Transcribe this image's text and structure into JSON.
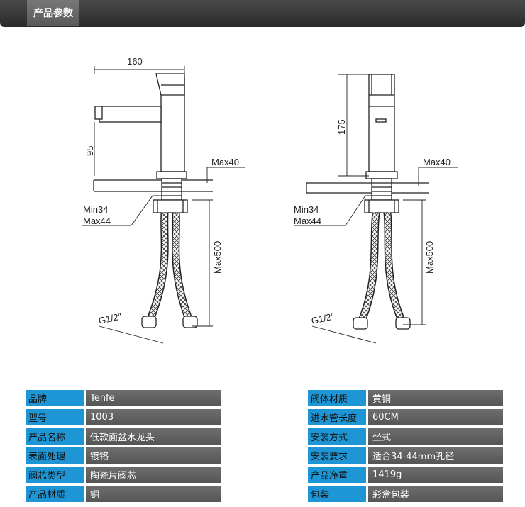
{
  "header": {
    "title": "产品参数"
  },
  "diagram_left": {
    "width": "160",
    "spout_height": "95",
    "max_thickness": "Max40",
    "hole_min": "Min34",
    "hole_max": "Max44",
    "hose_length": "Max500",
    "thread": "G1/2\""
  },
  "diagram_right": {
    "height": "175",
    "max_thickness": "Max40",
    "hole_min": "Min34",
    "hole_max": "Max44",
    "hose_length": "Max500",
    "thread": "G1/2\""
  },
  "specs_left": [
    {
      "key": "品牌",
      "value": "Tenfe"
    },
    {
      "key": "型号",
      "value": "1003"
    },
    {
      "key": "产品名称",
      "value": "低款面盆水龙头"
    },
    {
      "key": "表面处理",
      "value": "镀铬"
    },
    {
      "key": "阀芯类型",
      "value": "陶瓷片阀芯"
    },
    {
      "key": "产品材质",
      "value": "铜"
    }
  ],
  "specs_right": [
    {
      "key": "阀体材质",
      "value": "黄铜"
    },
    {
      "key": "进水管长度",
      "value": "60CM"
    },
    {
      "key": "安装方式",
      "value": "坐式"
    },
    {
      "key": "安装要求",
      "value": "适合34-44mm孔径"
    },
    {
      "key": "产品净重",
      "value": "1419g"
    },
    {
      "key": "包装",
      "value": "彩盒包装"
    }
  ],
  "colors": {
    "key_bg": "#1e95d4",
    "value_bg": "#606060",
    "header_bg": "#333333"
  }
}
